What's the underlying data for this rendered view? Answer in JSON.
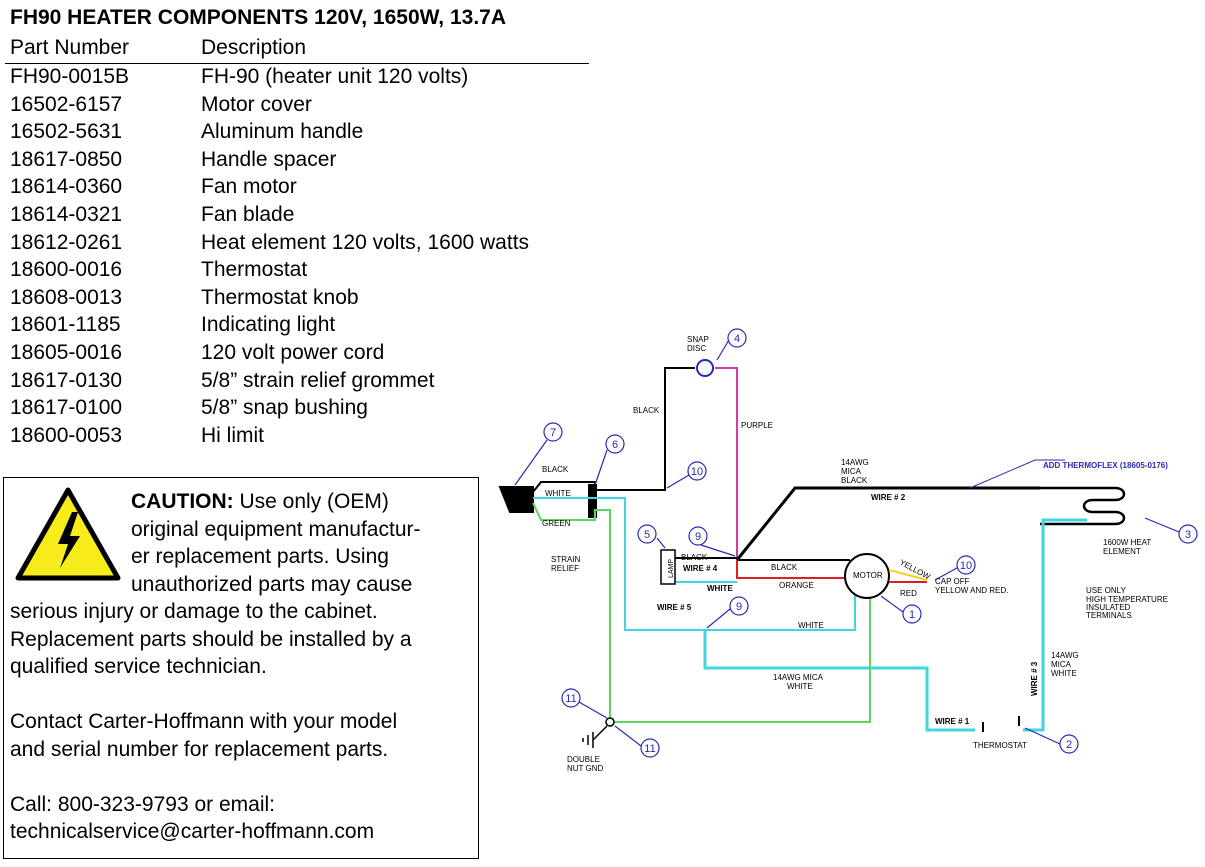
{
  "table": {
    "title": "FH90 HEATER COMPONENTS 120V, 1650W, 13.7A",
    "headers": {
      "part_number": "Part Number",
      "description": "Description"
    },
    "rows": [
      {
        "part": "FH90-0015B",
        "desc": "FH-90 (heater unit 120 volts)"
      },
      {
        "part": "16502-6157",
        "desc": "Motor cover"
      },
      {
        "part": "16502-5631",
        "desc": "Aluminum handle"
      },
      {
        "part": "18617-0850",
        "desc": "Handle spacer"
      },
      {
        "part": "18614-0360",
        "desc": "Fan motor"
      },
      {
        "part": "18614-0321",
        "desc": "Fan blade"
      },
      {
        "part": "18612-0261",
        "desc": "Heat element 120 volts, 1600 watts"
      },
      {
        "part": "18600-0016",
        "desc": "Thermostat"
      },
      {
        "part": "18608-0013",
        "desc": "Thermostat knob"
      },
      {
        "part": "18601-1185",
        "desc": "Indicating light"
      },
      {
        "part": "18605-0016",
        "desc": "120 volt power cord"
      },
      {
        "part": "18617-0130",
        "desc": "5/8” strain relief grommet"
      },
      {
        "part": "18617-0100",
        "desc": "5/8” snap bushing"
      },
      {
        "part": "18600-0053",
        "desc": "Hi limit"
      }
    ]
  },
  "caution": {
    "label": "CAUTION:",
    "lines": [
      "Use only (OEM)",
      "original equipment manufactur-",
      "er replacement parts. Using",
      "unauthorized parts may cause",
      "serious injury or damage to the cabinet.",
      "Replacement parts should be installed by a",
      "qualified service technician.",
      "Contact Carter-Hoffmann with your model",
      "and serial number for replacement parts.",
      "Call: 800-323-9793 or email:",
      "technicalservice@carter-hoffmann.com"
    ],
    "icon": "high-voltage-warning-icon",
    "icon_color": "#f6ec1c"
  },
  "diagram": {
    "wire_colors": {
      "black": "#000000",
      "purple": "#d63aa6",
      "white": "#3fd6e0",
      "green": "#5cd65c",
      "red": "#e02020",
      "orange": "#ee8a22",
      "yellow": "#f2d21a",
      "callout": "#2a2ab5"
    },
    "labels": {
      "snap_disc_1": "SNAP",
      "snap_disc_2": "DISC",
      "black_top": "BLACK",
      "purple": "PURPLE",
      "cord_black": "BLACK",
      "cord_white": "WHITE",
      "cord_green": "GREEN",
      "strain_1": "STRAIN",
      "strain_2": "RELIEF",
      "mica_1": "14AWG",
      "mica_2": "MICA",
      "mica_3": "BLACK",
      "wire2": "WIRE # 2",
      "thermoflex": "ADD THERMOFLEX (18605-0176)",
      "element_1": "1600W HEAT",
      "element_2": "ELEMENT",
      "lamp": "LAMP",
      "lamp_black": "BLACK",
      "wire4": "WIRE # 4",
      "lamp_white": "WHITE",
      "wire5": "WIRE # 5",
      "motor_black": "BLACK",
      "motor_orange": "ORANGE",
      "motor": "MOTOR",
      "yellow": "YELLOW",
      "red": "RED",
      "capoff_1": "CAP OFF",
      "capoff_2": "YELLOW AND RED.",
      "use_1": "USE ONLY",
      "use_2": "HIGH TEMPERATURE",
      "use_3": "INSULATED",
      "use_4": "TERMINALS",
      "white_mid": "WHITE",
      "mica2_1": "14AWG MICA",
      "mica2_2": "WHITE",
      "wire3": "WIRE # 3",
      "mica3_1": "14AWG",
      "mica3_2": "MICA",
      "mica3_3": "WHITE",
      "wire1": "WIRE # 1",
      "thermostat": "THERMOSTAT",
      "gnd_1": "DOUBLE",
      "gnd_2": "NUT GND"
    },
    "callouts": [
      "1",
      "2",
      "3",
      "4",
      "5",
      "6",
      "7",
      "9",
      "9",
      "10",
      "10",
      "11",
      "11"
    ]
  }
}
